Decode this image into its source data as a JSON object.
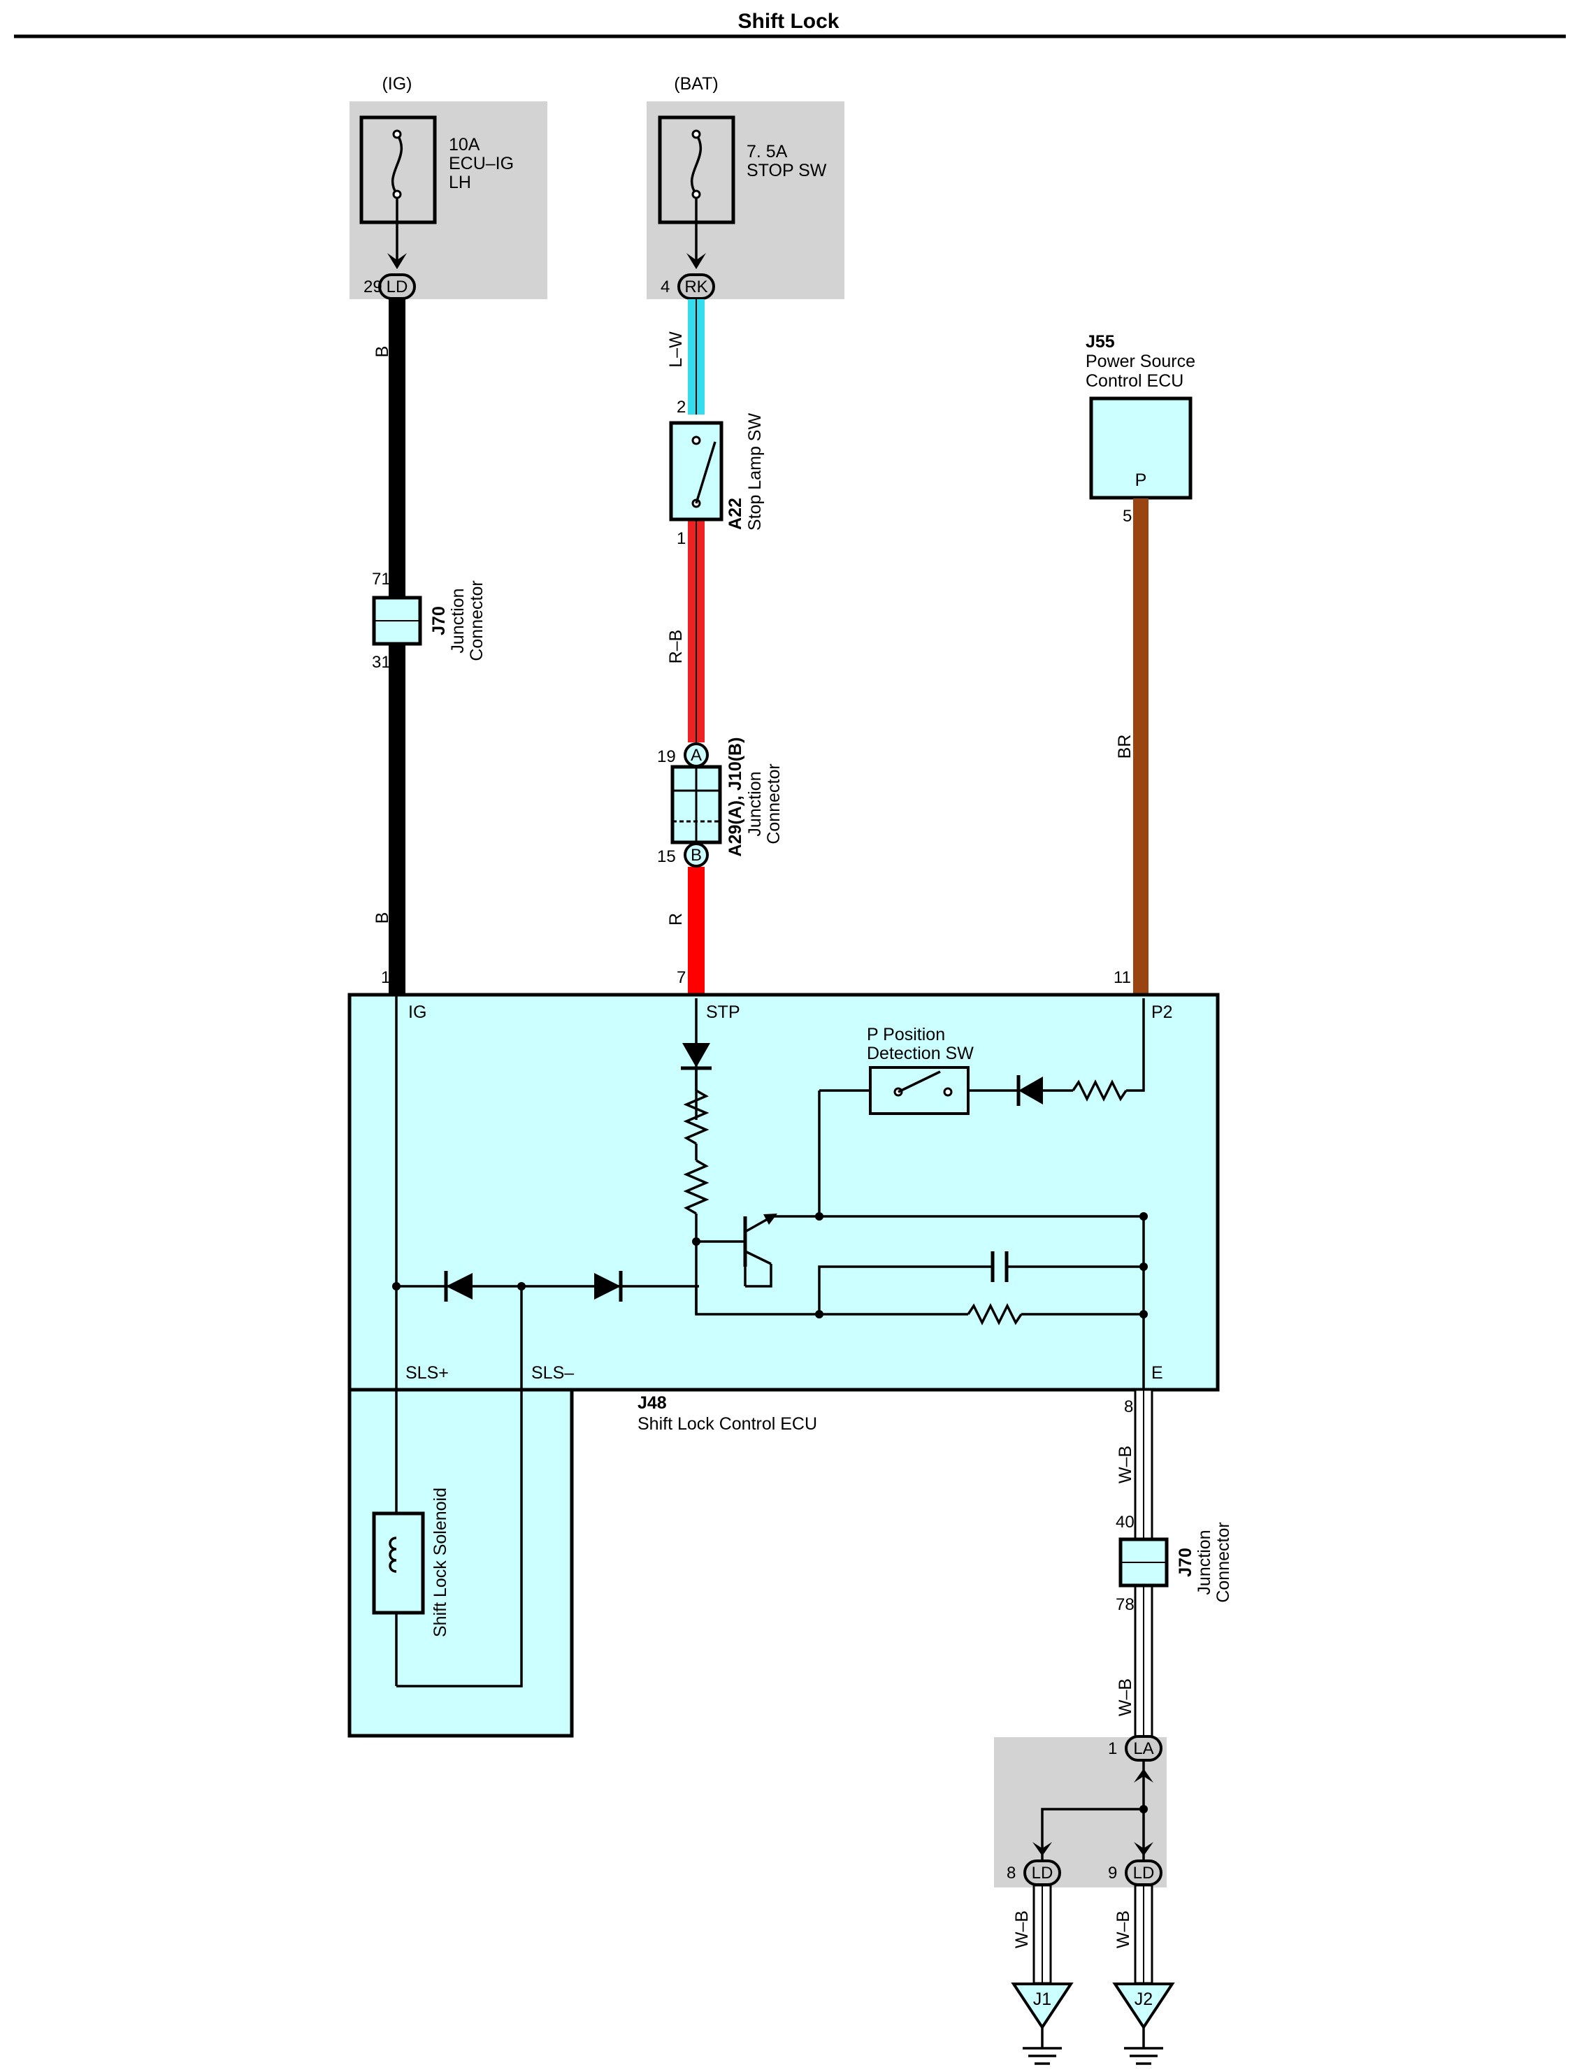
{
  "title": "Shift Lock",
  "colors": {
    "ecu_fill": "#ccffff",
    "wire_B": "#000000",
    "wire_L-W": "#33ddee",
    "wire_R-B": "#ee2222",
    "wire_R": "#ff0000",
    "wire_BR": "#994411",
    "wire_W-B": "#ffffff",
    "fuse_box": "#d3d3d3"
  },
  "fuses": [
    {
      "source": "(IG)",
      "lines": [
        "10A",
        "ECU–IG",
        "LH"
      ],
      "pin": "29",
      "connector": "LD"
    },
    {
      "source": "(BAT)",
      "lines": [
        "7. 5A",
        "STOP SW"
      ],
      "pin": "4",
      "connector": "RK"
    }
  ],
  "stop_lamp_sw": {
    "id": "A22",
    "name": "Stop Lamp SW",
    "pin_top": "2",
    "pin_bottom": "1"
  },
  "jc_ig": {
    "id": "J70",
    "name": [
      "Junction",
      "Connector"
    ],
    "pin_top": "71",
    "pin_bottom": "31"
  },
  "jc_stp": {
    "id": "A29(A), J10(B)",
    "name": [
      "Junction",
      "Connector"
    ],
    "pin_top": "19",
    "pin_bottom": "15",
    "label_top": "A",
    "label_bottom": "B"
  },
  "jc_e": {
    "id": "J70",
    "name": [
      "Junction",
      "Connector"
    ],
    "pin_top": "40",
    "pin_bottom": "78"
  },
  "power_ecu": {
    "id": "J55",
    "name": [
      "Power Source",
      "Control ECU"
    ],
    "terminal": "P",
    "pin": "5"
  },
  "wires": {
    "ig_upper": "B",
    "ig_lower": "B",
    "stp_top": "L–W",
    "stp_mid": "R–B",
    "stp_low": "R",
    "p2": "BR",
    "e_upper": "W–B",
    "e_lower": "W–B",
    "ground1": "W–B",
    "ground2": "W–B"
  },
  "ecu": {
    "id": "J48",
    "name": "Shift Lock Control ECU",
    "terminals": {
      "ig": "IG",
      "stp": "STP",
      "p2": "P2",
      "sls_plus": "SLS+",
      "sls_minus": "SLS–",
      "e": "E"
    },
    "pins": {
      "ig": "1",
      "stp": "7",
      "p2": "11",
      "e": "8"
    },
    "p_switch": [
      "P Position",
      "Detection SW"
    ]
  },
  "solenoid": "Shift Lock Solenoid",
  "ground_block": {
    "top_connector": "LA",
    "top_pin": "1",
    "left_connector": "LD",
    "left_pin": "8",
    "right_connector": "LD",
    "right_pin": "9"
  },
  "grounds": [
    "J1",
    "J2"
  ]
}
